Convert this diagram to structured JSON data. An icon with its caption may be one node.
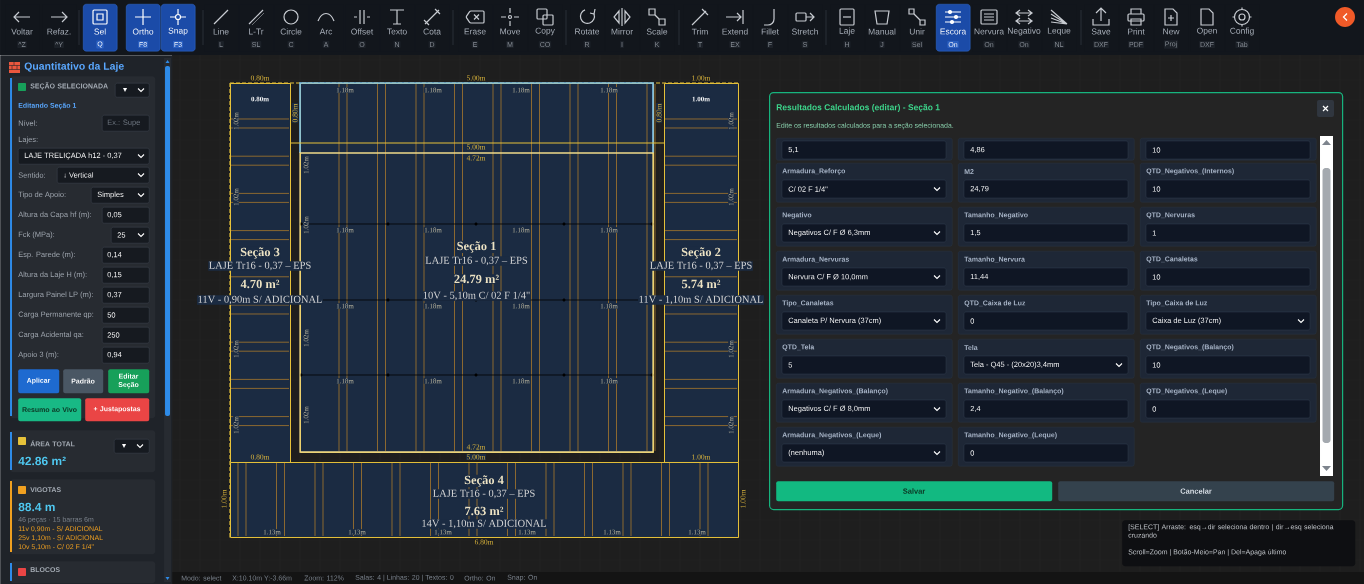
{
  "diagram": {
    "nodes": [
      {
        "text": [
          "Voltar",
          "^Z"
        ]
      },
      {
        "text": [
          "Refaz.",
          "^Y"
        ]
      },
      {
        "text": [
          "Sel",
          "Q"
        ]
      },
      {
        "text": [
          "Ortho",
          "F8"
        ]
      },
      {
        "text": [
          "Snap",
          "F3"
        ]
      },
      {
        "text": [
          "Line",
          "L"
        ]
      },
      {
        "text": [
          "L-Tr",
          "SL"
        ]
      },
      {
        "text": [
          "Circle",
          "C"
        ]
      },
      {
        "text": [
          "Arc",
          "A"
        ]
      },
      {
        "text": [
          "Offset",
          "O"
        ]
      },
      {
        "text": [
          "Texto",
          "N"
        ]
      },
      {
        "text": [
          "Cota",
          "D"
        ]
      },
      {
        "text": [
          "Erase",
          "E"
        ]
      },
      {
        "text": [
          "Move",
          "M"
        ]
      },
      {
        "text": [
          "Copy",
          "CO"
        ]
      },
      {
        "text": [
          "Rotate",
          "R"
        ]
      },
      {
        "text": [
          "Mirror",
          "I"
        ]
      },
      {
        "text": [
          "Scale",
          "K"
        ]
      },
      {
        "text": [
          "Trim",
          "T"
        ]
      },
      {
        "text": [
          "Extend",
          "EX"
        ]
      },
      {
        "text": [
          "Fillet",
          "F"
        ]
      },
      {
        "text": [
          "Stretch",
          "S"
        ]
      },
      {
        "text": [
          "Laje",
          "H"
        ]
      },
      {
        "text": [
          "Manual",
          "J"
        ]
      },
      {
        "text": [
          "Unir",
          "Sel"
        ]
      },
      {
        "text": [
          "Escora",
          "On"
        ]
      },
      {
        "text": [
          "Nervura",
          "On"
        ]
      },
      {
        "text": [
          "Negativo",
          "On"
        ]
      },
      {
        "text": [
          "Leque",
          "NL"
        ]
      },
      {
        "text": [
          "Save",
          "DXF"
        ]
      },
      {
        "text": [
          "Print",
          "PDF"
        ]
      },
      {
        "text": [
          "New",
          "Proj"
        ]
      },
      {
        "text": [
          "Open",
          "DXF"
        ]
      },
      {
        "text": [
          "Config",
          "Tab"
        ]
      },
      {
        "text": [
          "Quantitativo da Laje"
        ]
      },
      {
        "text": [
          "SEÇÃO SELECIONADA",
          "Editando Seção 1"
        ],
        "in": 34
      },
      {
        "text": [
          "▼"
        ],
        "in": 35
      },
      {
        "text": [
          "Ex.: Supe"
        ],
        "in": 35
      },
      {
        "text": [
          "LAJE TRELIÇADA h12 - 0,37"
        ],
        "beside": [
          "Lajes:"
        ],
        "in": 35
      },
      {
        "text": [
          "↓ Vertical"
        ],
        "beside": [
          "Sentido:"
        ],
        "in": 35
      },
      {
        "text": [
          "Simples"
        ],
        "in": 35
      },
      {
        "text": [
          "0,05"
        ],
        "beside": [
          "Altura da Capa hf (m):"
        ],
        "in": 35
      },
      {
        "text": [
          "25"
        ],
        "in": 35
      },
      {
        "text": [
          "0,14"
        ],
        "beside": [
          "Esp. Parede (m):"
        ],
        "in": 35
      },
      {
        "text": [
          "0,15"
        ],
        "beside": [
          "Altura da Laje H (m):"
        ],
        "in": 35
      },
      {
        "text": [
          "0,37"
        ],
        "beside": [
          "Largura Painel LP (m):"
        ],
        "in": 35
      },
      {
        "text": [
          "50"
        ],
        "beside": [
          "Carga Permanente qp:"
        ],
        "in": 35
      },
      {
        "text": [
          "250"
        ],
        "beside": [
          "Carga Acidental qa:"
        ],
        "in": 35
      },
      {
        "text": [
          "0,94"
        ],
        "in": 35
      },
      {
        "text": [
          "Aplicar"
        ],
        "in": 35
      },
      {
        "text": [
          "Padrão"
        ],
        "in": 35
      },
      {
        "text": [
          "Editar Seção"
        ],
        "in": 35
      },
      {
        "text": [
          "Resumo ao Vivo"
        ],
        "in": 35
      },
      {
        "text": [
          "+ Justapostas"
        ],
        "in": 35
      },
      {
        "text": [
          "ÁREA TOTAL",
          "42.86 m²"
        ],
        "in": 34
      },
      {
        "text": [
          "▼"
        ],
        "in": 54
      },
      {
        "text": [
          "VIGOTAS",
          "88.4 m",
          "46 peças · 15 barras 6m",
          "11v 0,90m - S/ ADICIONAL",
          "25v 1,10m - S/ ADICIONAL",
          "10v 5,10m - C/ 02 F 1/4\""
        ],
        "in": 34
      },
      {
        "text": [
          "BLOCOS"
        ],
        "in": 34
      },
      {
        "text": [
          "Seção 3",
          "LAJE Tr16 - 0,37 – EPS",
          "4.70 m²",
          "11V - 0,90m S/ ADICIONAL"
        ]
      },
      {
        "text": [
          "Seção 1",
          "LAJE Tr16 - 0,37 – EPS",
          "24.79 m²",
          "10V - 5,10m C/ 02 F 1/4\""
        ]
      },
      {
        "text": [
          "Seção 2",
          "LAJE Tr16 - 0,37 – EPS",
          "5.74 m²",
          "11V - 1,10m S/ ADICIONAL"
        ]
      },
      {
        "text": [
          "Seção 4",
          "LAJE Tr16 - 0,37 – EPS",
          "7.63 m²",
          "14V - 1,10m S/ ADICIONAL"
        ]
      },
      {
        "text": [
          "Resultados Calculados (editar) - Seção 1",
          "Edite os resultados calculados para a seção selecionada."
        ]
      },
      {
        "text": [
          "5,1"
        ],
        "in": 62
      },
      {
        "text": [
          "4,86"
        ],
        "in": 62
      },
      {
        "text": [
          "10"
        ],
        "in": 62
      },
      {
        "text": [
          "Armadura_Reforço",
          "C/ 02 F 1/4\""
        ],
        "in": 62
      },
      {
        "text": [
          "M2",
          "24,79"
        ],
        "in": 62
      },
      {
        "text": [
          "QTD_Negativos_(Internos)",
          "10"
        ],
        "in": 62
      },
      {
        "text": [
          "Negativo",
          "Negativos C/ F Ø 6,3mm"
        ],
        "in": 62
      },
      {
        "text": [
          "Tamanho_Negativo",
          "1,5"
        ],
        "in": 62
      },
      {
        "text": [
          "QTD_Nervuras",
          "1"
        ],
        "in": 62
      },
      {
        "text": [
          "Armadura_Nervuras",
          "Nervura C/ F Ø 10,0mm"
        ],
        "in": 62
      },
      {
        "text": [
          "Tamanho_Nervura",
          "11,44"
        ],
        "in": 62
      },
      {
        "text": [
          "QTD_Canaletas",
          "10"
        ],
        "in": 62
      },
      {
        "text": [
          "Tipo_Canaletas",
          "Canaleta P/ Nervura (37cm)"
        ],
        "in": 62
      },
      {
        "text": [
          "QTD_Caixa de Luz",
          "0"
        ],
        "in": 62
      },
      {
        "text": [
          "Tipo_Caixa de Luz",
          "Caixa de Luz (37cm)"
        ],
        "in": 62
      },
      {
        "text": [
          "QTD_Tela",
          "5"
        ],
        "in": 62
      },
      {
        "text": [
          "Tela",
          "Tela - Q45 - (20x20)3,4mm"
        ],
        "in": 62
      },
      {
        "text": [
          "QTD_Negativos_(Balanço)",
          "10"
        ],
        "in": 62
      },
      {
        "text": [
          "Armadura_Negativos_(Balanço)",
          "Negativos C/ F Ø 8,0mm"
        ],
        "in": 62
      },
      {
        "text": [
          "Tamanho_Negativo_(Balanço)",
          "2,4"
        ],
        "in": 62
      },
      {
        "text": [
          "QTD_Negativos_(Leque)",
          "0"
        ],
        "in": 62
      },
      {
        "text": [
          "Armadura_Negativos_(Leque)",
          "(nenhuma)"
        ],
        "in": 62
      },
      {
        "text": [
          "Tamanho_Negativo_(Leque)",
          "0"
        ],
        "in": 62
      },
      {
        "text": [
          "Salvar"
        ],
        "in": 62
      },
      {
        "text": [
          "Cancelar"
        ],
        "in": 62
      },
      {
        "text": [
          "[SELECT] Arraste: esq→dir seleciona dentro | dir→esq seleciona cruzando",
          "Scroll=Zoom | Botão-Meio=Pan | Del=Apaga último"
        ]
      }
    ],
    "labels": [
      "0.80m",
      "5.00m",
      "1.00m",
      "0.80m",
      "1.00m",
      "0.80m",
      "0.80m",
      "1.18m",
      "1.18m",
      "1.18m",
      "1.18m",
      "5.00m",
      "4.72m",
      "1.18m",
      "1.18m",
      "1.18m",
      "1.18m",
      "1.18m",
      "1.18m",
      "1.18m",
      "1.18m",
      "1.18m",
      "1.18m",
      "1.18m",
      "1.18m",
      "4.72m",
      "0.80m",
      "5.00m",
      "1.00m",
      "1.13m",
      "1.13m",
      "1.13m",
      "1.13m",
      "1.13m",
      "1.13m",
      "6.80m",
      "1.02m",
      "1.02m",
      "1.02m",
      "1.02m",
      "1.02m",
      "1.02m",
      "1.02m",
      "1.02m",
      "1.02m",
      "1.02m",
      "1.02m",
      "1.02m",
      "1.00m",
      "1.00m",
      "Modo: select",
      "X:10.10m Y:-3.66m",
      "Zoom: 112%",
      "Salas: 4 | Linhas: 20 | Textos: 0",
      "Ortho: On",
      "Snap: On",
      "Nível:",
      "Tipo de Apoio:",
      "Fck (MPa):",
      "Apoio 3 (m):"
    ]
  }
}
